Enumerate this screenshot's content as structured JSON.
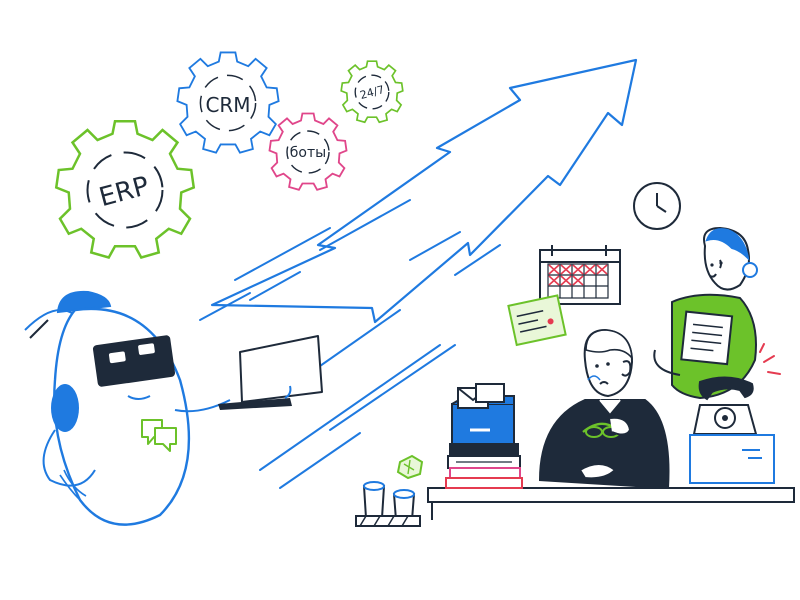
{
  "gears": {
    "erp": "ERP",
    "crm": "CRM",
    "bots": "боты",
    "support": "24/7"
  },
  "colors": {
    "blue": "#1f7ae0",
    "green": "#6cc22a",
    "pink": "#e0468a",
    "dark": "#1e2a3a",
    "red": "#e53b50"
  },
  "icons": [
    "gear-icon",
    "arrow-up-icon",
    "robot-icon",
    "laptop-icon",
    "chat-icon",
    "clock-icon",
    "calendar-icon",
    "note-icon",
    "phone-icon",
    "folder-icon",
    "envelope-icon",
    "books-icon",
    "cups-icon",
    "box-icon"
  ]
}
